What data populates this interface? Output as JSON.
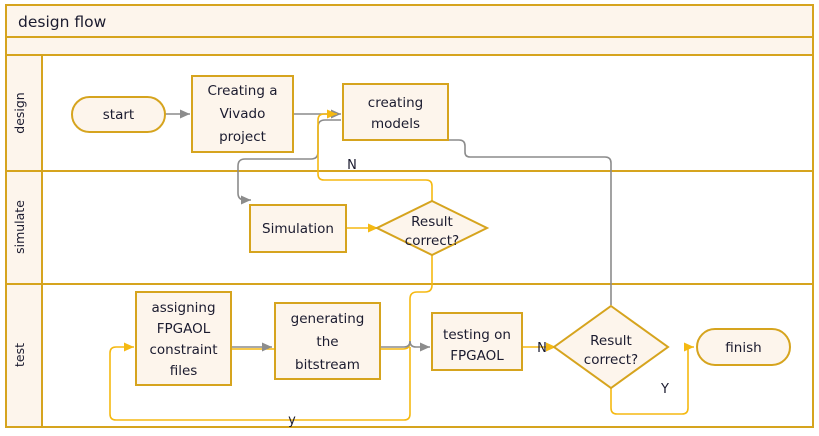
{
  "diagram": {
    "title": "design flow",
    "colors": {
      "border": "#d6a41e",
      "fill": "#fdf5ec",
      "flow_yellow": "#f5b912",
      "flow_gray": "#8c8c8c",
      "text": "#1b1b2f",
      "page_background": "#ffffff"
    },
    "lanes": [
      {
        "id": "lane-design",
        "label": "design"
      },
      {
        "id": "lane-simulate",
        "label": "simulate"
      },
      {
        "id": "lane-test",
        "label": "test"
      }
    ],
    "nodes": [
      {
        "id": "start",
        "lane": "design",
        "shape": "terminator",
        "label": "start"
      },
      {
        "id": "create-project",
        "lane": "design",
        "shape": "process",
        "label": "Creating a Vivado project",
        "lines": [
          "Creating a",
          "Vivado",
          "project"
        ]
      },
      {
        "id": "create-models",
        "lane": "design",
        "shape": "process",
        "label": "creating models",
        "lines": [
          "creating",
          "models"
        ]
      },
      {
        "id": "simulation",
        "lane": "simulate",
        "shape": "process",
        "label": "Simulation",
        "lines": [
          "Simulation"
        ]
      },
      {
        "id": "sim-result",
        "lane": "simulate",
        "shape": "decision",
        "label": "Result correct?",
        "lines": [
          "Result",
          "correct?"
        ]
      },
      {
        "id": "assign-xdc",
        "lane": "test",
        "shape": "process",
        "label": "assigning FPGAOL constraint files",
        "lines": [
          "assigning",
          "FPGAOL",
          "constraint",
          "files"
        ]
      },
      {
        "id": "gen-bitstream",
        "lane": "test",
        "shape": "process",
        "label": "generating the bitstream",
        "lines": [
          "generating",
          "the",
          "bitstream"
        ]
      },
      {
        "id": "test-fpgaol",
        "lane": "test",
        "shape": "process",
        "label": "testing on FPGAOL",
        "lines": [
          "testing on",
          "FPGAOL"
        ]
      },
      {
        "id": "test-result",
        "lane": "test",
        "shape": "decision",
        "label": "Result correct?",
        "lines": [
          "Result",
          "correct?"
        ]
      },
      {
        "id": "finish",
        "lane": "test",
        "shape": "terminator",
        "label": "finish"
      }
    ],
    "edge_labels": {
      "sim_no": "N",
      "test_no": "N",
      "test_yes": "Y",
      "loop_back_y": "y"
    }
  }
}
